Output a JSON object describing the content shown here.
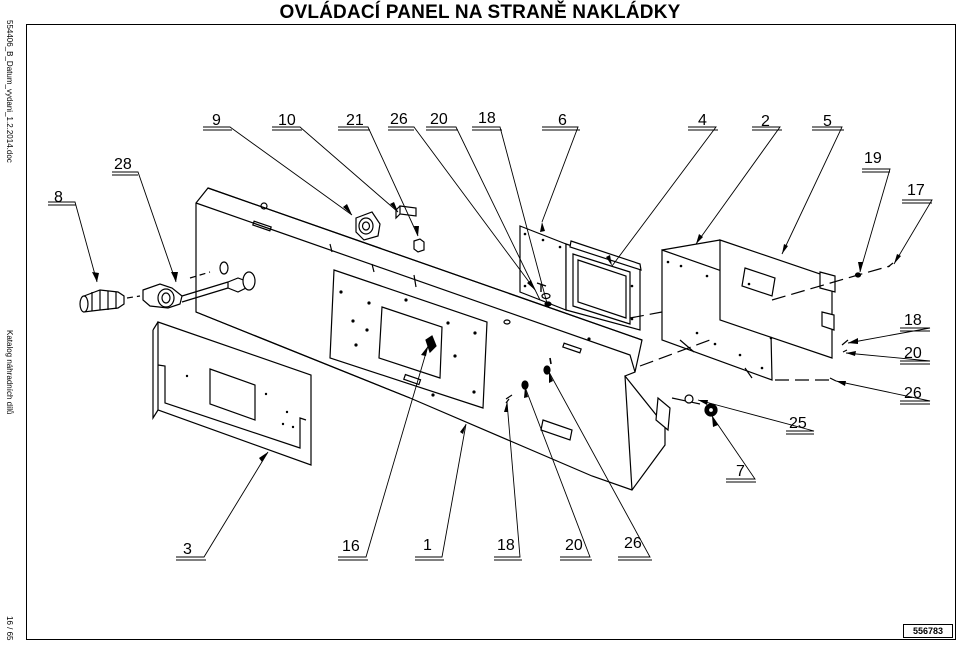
{
  "title": "OVLÁDACÍ PANEL NA STRANĚ NAKLÁDKY",
  "doc_id": "554406_B_Datum_vydani_1.2.2014.doc",
  "catalog_label": "Katalog náhradních dílů",
  "page_number": "16 / 65",
  "drawing_number": "556783",
  "callouts": {
    "c8": "8",
    "c28": "28",
    "c9": "9",
    "c10": "10",
    "c21": "21",
    "c26a": "26",
    "c20a": "20",
    "c18a": "18",
    "c6": "6",
    "c4": "4",
    "c2": "2",
    "c5": "5",
    "c19": "19",
    "c17": "17",
    "c18b": "18",
    "c20b": "20",
    "c26b": "26",
    "c25": "25",
    "c7": "7",
    "c3": "3",
    "c16": "16",
    "c1": "1",
    "c18c": "18",
    "c20c": "20",
    "c26c": "26"
  }
}
